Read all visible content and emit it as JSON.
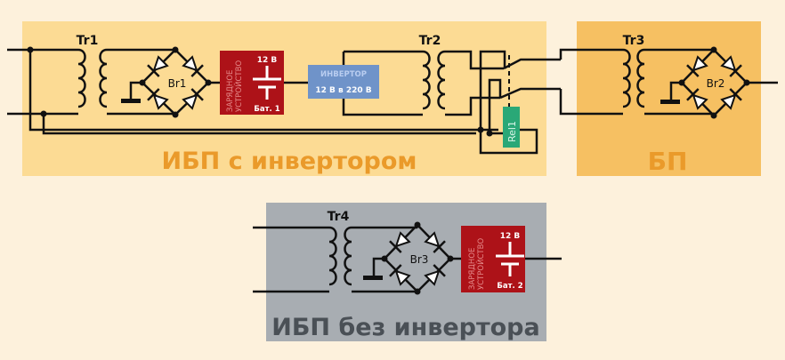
{
  "colors": {
    "background": "#fdf1dc",
    "panel_inverter": "#fcdb94",
    "panel_psu": "#f6c062",
    "panel_no_inverter": "#a8adb2",
    "title_orange": "#ea9a2a",
    "title_gray": "#4a5056",
    "charger_red": "#ad1218",
    "inverter_blue": "#6f93c9",
    "relay_green": "#2aa877"
  },
  "panels": {
    "ups_inverter": {
      "title": "ИБП с инвертором",
      "transformer1": "Tr1",
      "transformer2": "Tr2",
      "bridge": "Br1",
      "charger": {
        "line1": "ЗАРЯДНОЕ",
        "line2": "УСТРОЙСТВО",
        "voltage": "12 В",
        "battery": "Бат. 1"
      },
      "inverter": {
        "line1": "ИНВЕРТОР",
        "line2": "12 В в 220 В"
      },
      "relay": "Rel1"
    },
    "psu": {
      "title": "БП",
      "transformer": "Tr3",
      "bridge": "Br2"
    },
    "ups_no_inverter": {
      "title": "ИБП без инвертора",
      "transformer": "Tr4",
      "bridge": "Br3",
      "charger": {
        "line1": "ЗАРЯДНОЕ",
        "line2": "УСТРОЙСТВО",
        "voltage": "12 В",
        "battery": "Бат. 2"
      }
    }
  }
}
